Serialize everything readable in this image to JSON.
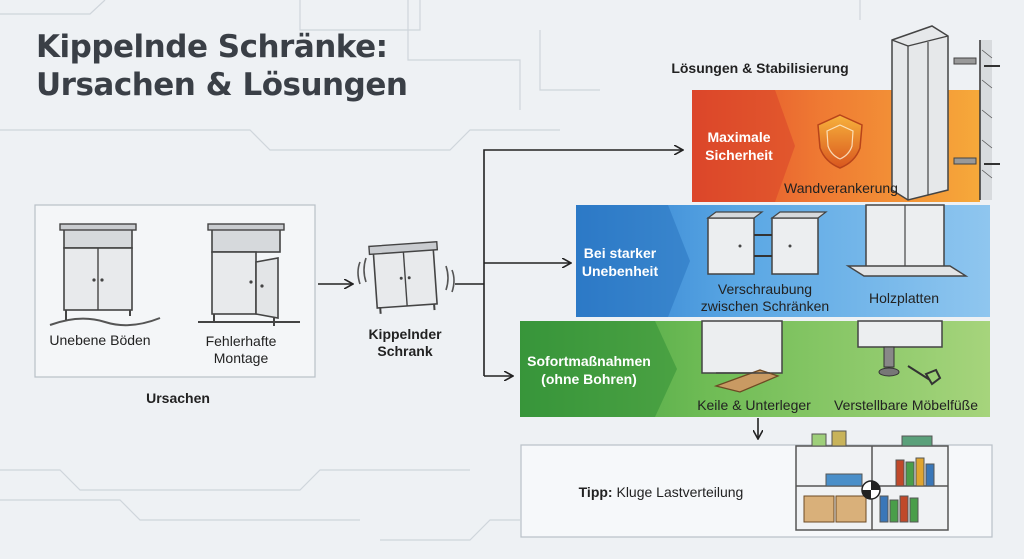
{
  "title": {
    "line1": "Kippelnde Schränke:",
    "line2": "Ursachen & Lösungen"
  },
  "causes": {
    "uneven_floors": "Unebene Böden",
    "faulty_assembly_line1": "Fehlerhafte",
    "faulty_assembly_line2": "Montage",
    "group_label": "Ursachen"
  },
  "result": {
    "line1": "Kippelnder",
    "line2": "Schrank"
  },
  "solutions": {
    "heading": "Lösungen & Stabilisierung",
    "tier_max": {
      "label_line1": "Maximale",
      "label_line2": "Sicherheit",
      "item": "Wandverankerung",
      "color": "#e05a2b"
    },
    "tier_mid": {
      "label_line1": "Bei starker",
      "label_line2": "Unebenheit",
      "item1_line1": "Verschraubung",
      "item1_line2": "zwischen Schränken",
      "item2": "Holzplatten",
      "color": "#3b8fd6"
    },
    "tier_low": {
      "label_line1": "Sofortmaßnahmen",
      "label_line2": "(ohne Bohren)",
      "item1": "Keile & Unterleger",
      "item2": "Verstellbare Möbelfüße",
      "color": "#4fad4a"
    }
  },
  "tip": {
    "prefix": "Tipp:",
    "text": "Kluge Lastverteilung"
  }
}
